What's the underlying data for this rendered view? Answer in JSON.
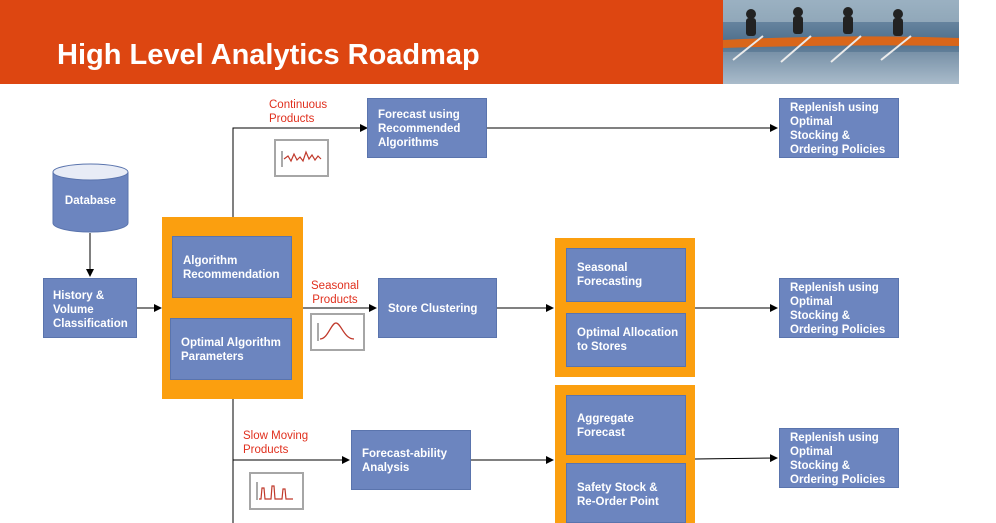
{
  "header": {
    "title": "High Level Analytics Roadmap"
  },
  "nodes": {
    "database": "Database",
    "history": "History &\nVolume\nClassification",
    "algo_rec": "Algorithm\nRecommendation",
    "algo_params": "Optimal Algorithm\nParameters",
    "forecast_rec": "Forecast using\nRecommended\nAlgorithms",
    "store_clustering": "Store Clustering",
    "seasonal_forecasting": "Seasonal\nForecasting",
    "optimal_allocation": "Optimal Allocation\nto Stores",
    "forecastability": "Forecast-ability\nAnalysis",
    "aggregate_forecast": "Aggregate\nForecast",
    "safety_stock": "Safety Stock &\nRe-Order Point",
    "replenish_1": "Replenish using\n Optimal\nStocking &\nOrdering Policies",
    "replenish_2": "Replenish using\nOptimal\nStocking &\nOrdering Policies",
    "replenish_3": "Replenish using\nOptimal\nStocking &\nOrdering Policies"
  },
  "labels": {
    "continuous": "Continuous\nProducts",
    "seasonal": "Seasonal\nProducts",
    "slow_moving": "Slow Moving\nProducts"
  },
  "colors": {
    "header": "#dd4611",
    "box": "#6c85bf",
    "highlight": "#fb9f0f",
    "label": "#e0301e"
  }
}
